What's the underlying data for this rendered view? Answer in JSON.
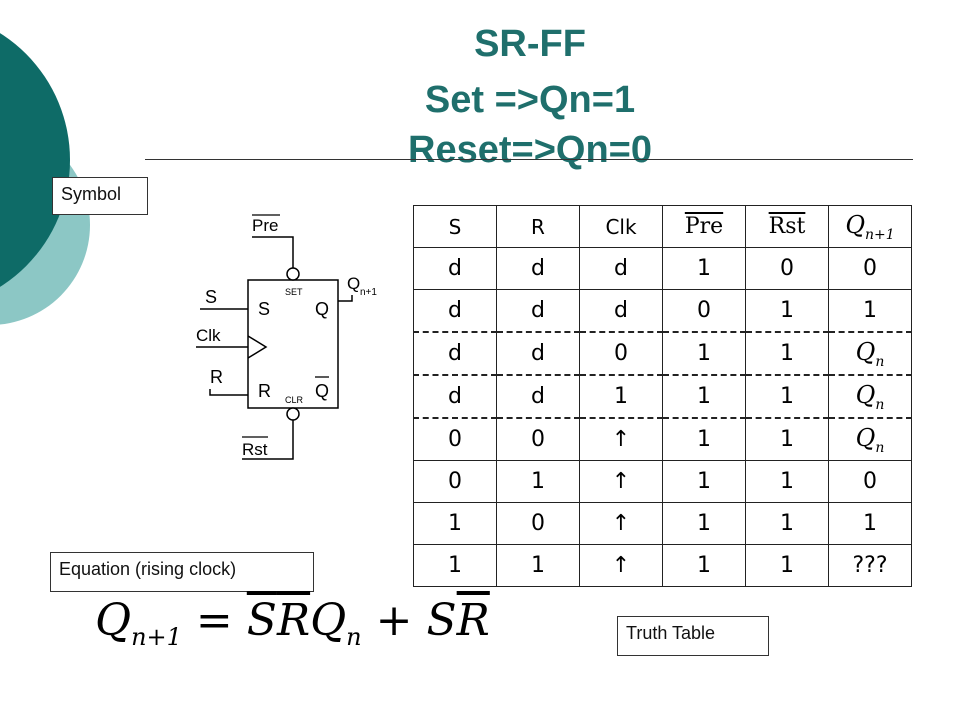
{
  "title": {
    "line1": "SR-FF",
    "line2": "Set =>Qn=1",
    "line3": "Reset=>Qn=0"
  },
  "labels": {
    "symbol": "Symbol",
    "equation": "Equation (rising clock)",
    "truth_table": "Truth Table"
  },
  "symbol": {
    "pre": "Pre",
    "rst": "Rst",
    "s": "S",
    "r": "R",
    "clk": "Clk",
    "set": "SET",
    "clr": "CLR",
    "q": "Q",
    "qbar": "Q",
    "qn1": "Q",
    "qn1_sub": "n+1"
  },
  "colors": {
    "title": "#1f6f6c",
    "accent_dark": "#0e6b67",
    "accent_light": "#8cc7c5"
  },
  "table": {
    "headers": [
      "S",
      "R",
      "Clk",
      "Pre",
      "Rst",
      "Q",
      "n+1"
    ],
    "rows": [
      [
        "d",
        "d",
        "d",
        "1",
        "0",
        "0"
      ],
      [
        "d",
        "d",
        "d",
        "0",
        "1",
        "1"
      ],
      [
        "d",
        "d",
        "0",
        "1",
        "1",
        "Q",
        "n"
      ],
      [
        "d",
        "d",
        "1",
        "1",
        "1",
        "Q",
        "n"
      ],
      [
        "0",
        "0",
        "↑",
        "1",
        "1",
        "Q",
        "n"
      ],
      [
        "0",
        "1",
        "↑",
        "1",
        "1",
        "0"
      ],
      [
        "1",
        "0",
        "↑",
        "1",
        "1",
        "1"
      ],
      [
        "1",
        "1",
        "↑",
        "1",
        "1",
        "???"
      ]
    ]
  },
  "equation": {
    "lhs": "Q",
    "lhs_sub": "n+1",
    "eq": "=",
    "s1": "S",
    "r1": "R",
    "q": "Q",
    "q_sub": "n",
    "plus": "+",
    "s2": "S",
    "r2": "R"
  }
}
